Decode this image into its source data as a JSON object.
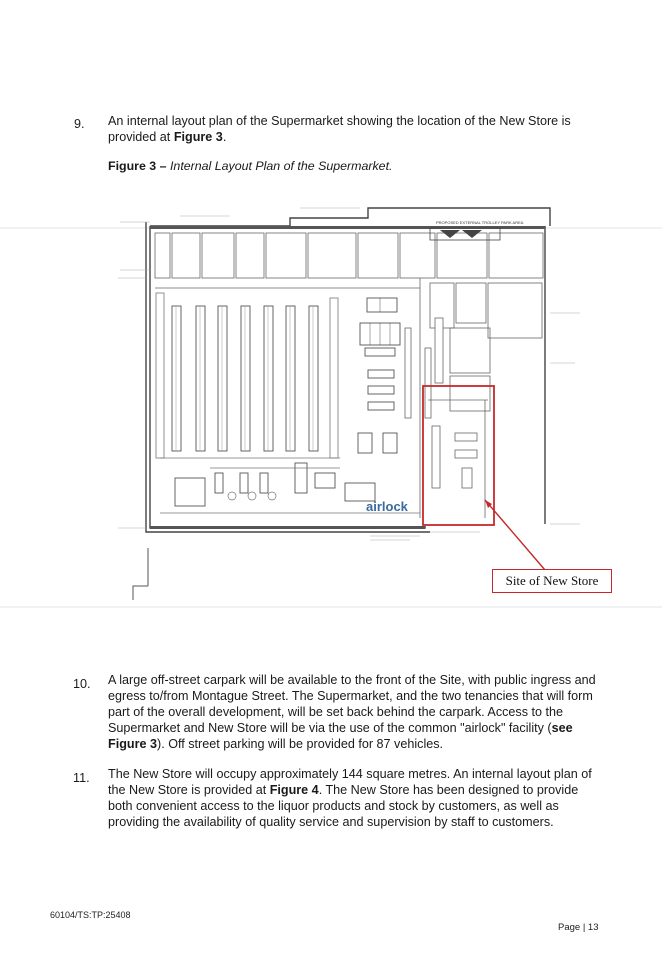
{
  "paragraphs": {
    "p9": {
      "number": "9.",
      "text_before": "An internal layout plan of the Supermarket showing the location of the New Store is provided at ",
      "bold": "Figure 3",
      "text_after": "."
    },
    "figure_caption": {
      "label": "Figure 3 – ",
      "title": "Internal Layout Plan of the Supermarket."
    },
    "p10": {
      "number": "10.",
      "text_before": "A large off-street carpark will be available to the front of the Site, with public ingress and egress to/from Montague Street. The Supermarket, and the two tenancies that will form part of the overall development, will be set back behind the carpark. Access to the Supermarket and New Store will be via the use of the common \"airlock\" facility (",
      "bold": "see Figure 3",
      "text_after": "). Off street parking will be provided for 87 vehicles."
    },
    "p11": {
      "number": "11.",
      "text_before": "The New Store will occupy approximately 144 square metres. An internal layout plan of the New Store is provided at ",
      "bold": "Figure 4",
      "text_after": ". The New Store has been designed to provide both convenient access to the liquor products and stock by customers, as well as providing the availability of quality service and supervision by staff to customers."
    }
  },
  "figure": {
    "airlock_label": "airlock",
    "callout_label": "Site of New Store",
    "plan_header_label": "PROPOSED EXTERNAL TROLLEY PARK AREA",
    "highlight_color": "#c42a2a",
    "airlock_color": "#3a6aa0"
  },
  "footer": {
    "reference": "60104/TS:TP:25408",
    "page": "Page | 13"
  }
}
